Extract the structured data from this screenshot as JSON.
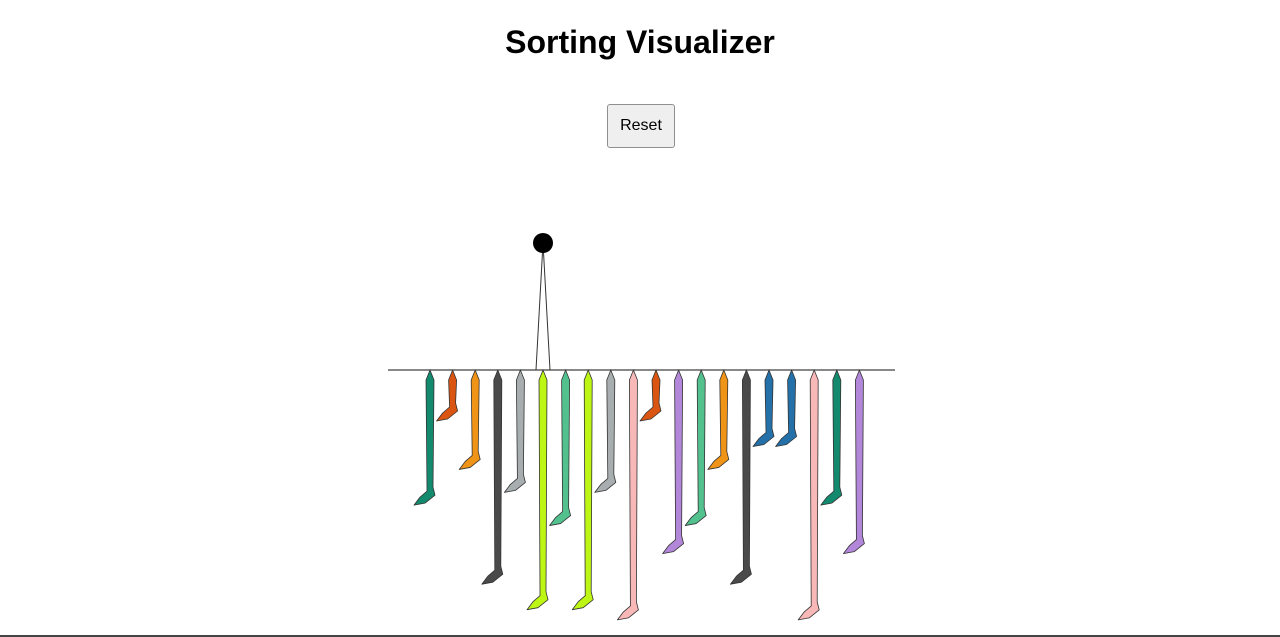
{
  "header": {
    "title": "Sorting Visualizer"
  },
  "controls": {
    "reset_label": "Reset"
  },
  "socks": [
    {
      "color": "#138a6e",
      "length": 0.53
    },
    {
      "color": "#d95511",
      "length": 0.2
    },
    {
      "color": "#ef9416",
      "length": 0.39
    },
    {
      "color": "#4a4a4a",
      "length": 0.84
    },
    {
      "color": "#a8aeb0",
      "length": 0.48
    },
    {
      "color": "#bdf514",
      "length": 0.94
    },
    {
      "color": "#52c18e",
      "length": 0.61
    },
    {
      "color": "#bdf514",
      "length": 0.94
    },
    {
      "color": "#a8aeb0",
      "length": 0.48
    },
    {
      "color": "#f8b8b8",
      "length": 0.98
    },
    {
      "color": "#d95511",
      "length": 0.2
    },
    {
      "color": "#b286d8",
      "length": 0.72
    },
    {
      "color": "#52c18e",
      "length": 0.61
    },
    {
      "color": "#ef9416",
      "length": 0.39
    },
    {
      "color": "#4a4a4a",
      "length": 0.84
    },
    {
      "color": "#2470a8",
      "length": 0.3
    },
    {
      "color": "#2470a8",
      "length": 0.3
    },
    {
      "color": "#f8b8b8",
      "length": 0.98
    },
    {
      "color": "#138a6e",
      "length": 0.53
    },
    {
      "color": "#b286d8",
      "length": 0.72
    }
  ],
  "picker": {
    "over_index": 5
  }
}
